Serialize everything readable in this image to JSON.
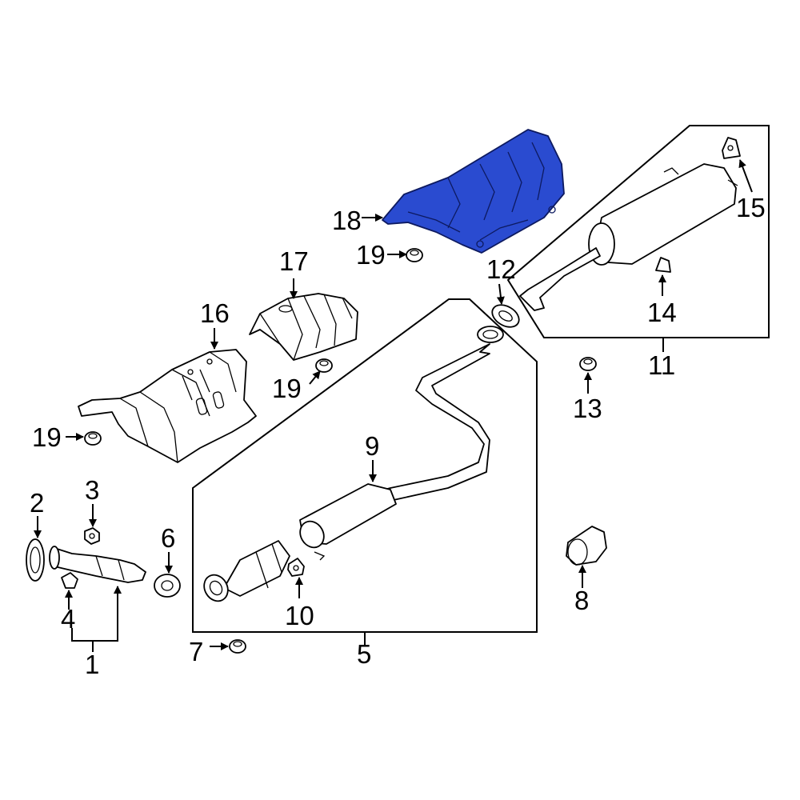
{
  "colors": {
    "highlight": "#2a4bd0",
    "line": "#000000",
    "background": "#ffffff"
  },
  "highlighted_part": "18",
  "callouts": {
    "c1": "1",
    "c2": "2",
    "c3": "3",
    "c4": "4",
    "c5": "5",
    "c6": "6",
    "c7": "7",
    "c8": "8",
    "c9": "9",
    "c10": "10",
    "c11": "11",
    "c12": "12",
    "c13": "13",
    "c14": "14",
    "c15": "15",
    "c16": "16",
    "c17": "17",
    "c18": "18",
    "c19a": "19",
    "c19b": "19",
    "c19c": "19"
  }
}
